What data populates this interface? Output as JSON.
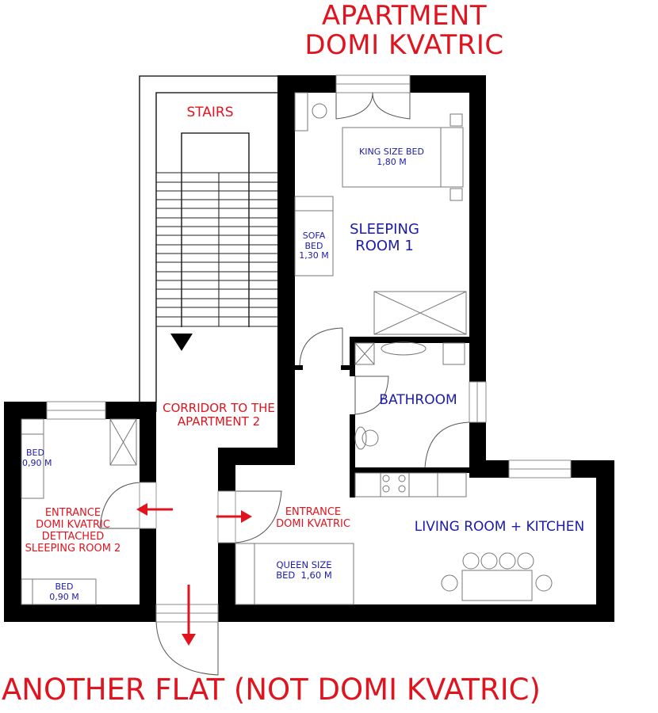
{
  "title": {
    "line1": "APARTMENT",
    "line2": "DOMI KVATRIC"
  },
  "footer": "ANOTHER FLAT (NOT DOMI KVATRIC)",
  "colors": {
    "label_red": "#e0141e",
    "label_blue": "#1c1ca8",
    "wall": "#000000",
    "fixture_line": "#7a7a7a"
  },
  "labels": {
    "stairs": "STAIRS",
    "king_bed": {
      "line1": "KING SIZE BED",
      "line2": "1,80 M"
    },
    "sofa_bed": {
      "line1": "SOFA",
      "line2": "BED",
      "line3": "1,30 M"
    },
    "sleeping_room_1": {
      "line1": "SLEEPING",
      "line2": "ROOM 1"
    },
    "bathroom": "BATHROOM",
    "corridor": {
      "line1": "CORRIDOR TO THE",
      "line2": "APARTMENT 2"
    },
    "bed_top": {
      "line1": "BED",
      "line2": "0,90 M"
    },
    "bed_bottom": {
      "line1": "BED",
      "line2": "0,90 M"
    },
    "detached_room": {
      "line1": "ENTRANCE",
      "line2": "DOMI KVATRIC",
      "line3": "DETTACHED",
      "line4": "SLEEPING ROOM 2"
    },
    "main_entrance": {
      "line1": "ENTRANCE",
      "line2": "DOMI KVATRIC"
    },
    "living_room": "LIVING ROOM + KITCHEN",
    "queen_bed": {
      "line1": "QUEEN SIZE",
      "line2": "BED  1,60 M"
    }
  },
  "icons": {
    "stairs_direction": "down-triangle-arrow",
    "entrance_arrows": [
      "left-arrow",
      "right-arrow",
      "down-arrow"
    ]
  }
}
